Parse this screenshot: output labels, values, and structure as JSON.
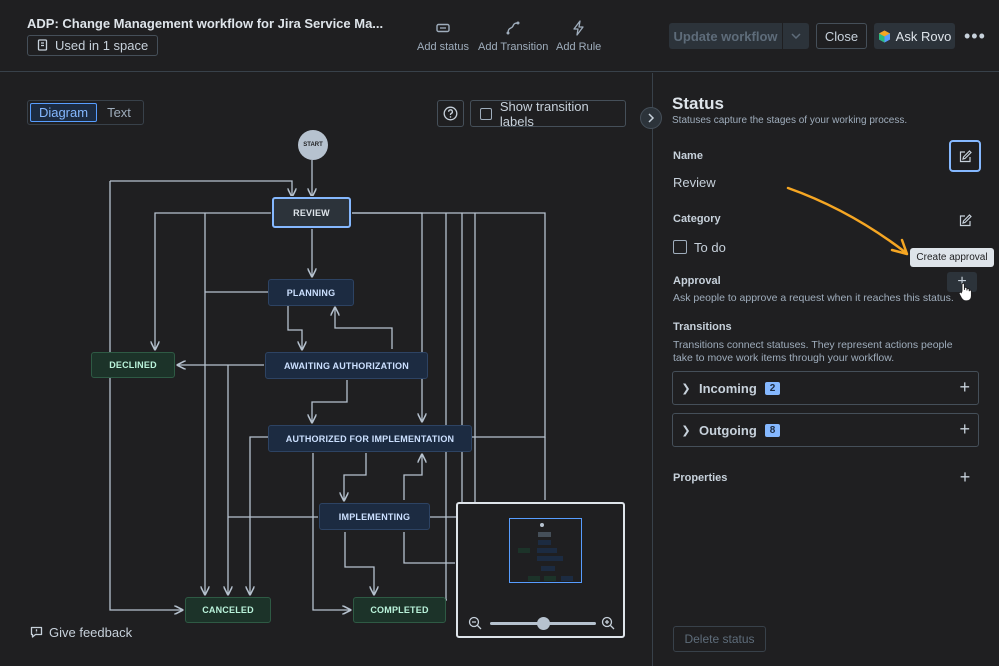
{
  "header": {
    "title": "ADP: Change Management workflow for Jira Service Ma...",
    "used_in": "Used in 1 space",
    "tools": {
      "add_status": "Add status",
      "add_transition": "Add Transition",
      "add_rule": "Add Rule"
    },
    "update_workflow": "Update workflow",
    "close": "Close",
    "ask_rovo": "Ask Rovo"
  },
  "diagram": {
    "view_tabs": {
      "diagram": "Diagram",
      "text": "Text"
    },
    "show_transition_labels": "Show transition labels",
    "start": "START",
    "statuses": {
      "review": "REVIEW",
      "planning": "PLANNING",
      "declined": "DECLINED",
      "awaiting_authorization": "AWAITING AUTHORIZATION",
      "authorized_for_implementation": "AUTHORIZED FOR IMPLEMENTATION",
      "implementing": "IMPLEMENTING",
      "canceled": "CANCELED",
      "completed": "COMPLETED"
    },
    "give_feedback": "Give feedback",
    "zoom_level": 0.5
  },
  "panel": {
    "title": "Status",
    "subtitle": "Statuses capture the stages of your working process.",
    "name_label": "Name",
    "name_value": "Review",
    "category_label": "Category",
    "category_value": "To do",
    "approval_label": "Approval",
    "approval_desc": "Ask people to approve a request when it reaches this status.",
    "approval_tooltip": "Create approval",
    "transitions_label": "Transitions",
    "transitions_desc_1": "Transitions connect statuses. They represent actions people",
    "transitions_desc_2": "take to move work items through your workflow.",
    "incoming_label": "Incoming",
    "incoming_count": "2",
    "outgoing_label": "Outgoing",
    "outgoing_count": "8",
    "properties_label": "Properties",
    "delete_status": "Delete status"
  },
  "colors": {
    "accent": "#579dff",
    "todo_bg": "#1c2b41",
    "done_bg": "#1c3329",
    "annotation_arrow": "#f5a623"
  }
}
